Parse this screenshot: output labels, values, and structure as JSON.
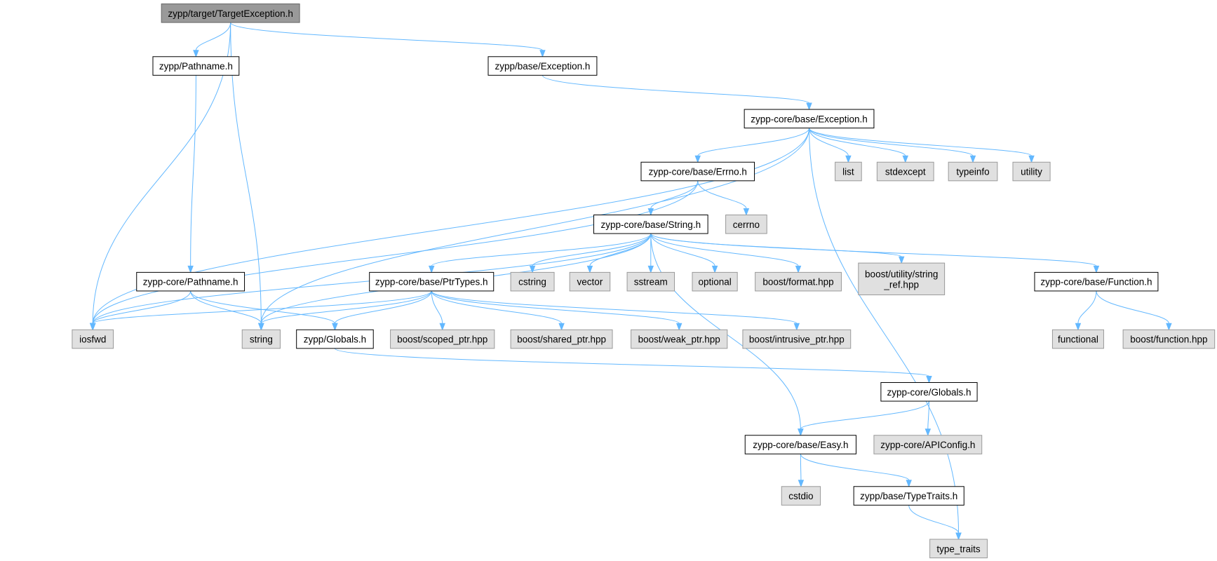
{
  "colors": {
    "edge": "#63b8ff",
    "root_fill": "#999999",
    "root_border": "#666666",
    "header_fill": "#ffffff",
    "header_border": "#000000",
    "system_fill": "#e0e0e0",
    "system_border": "#999999",
    "text": "#000000"
  },
  "nodes": [
    {
      "id": "target_exception",
      "kind": "root",
      "lines": [
        "zypp/target/TargetException.h"
      ]
    },
    {
      "id": "pathname",
      "kind": "header",
      "lines": [
        "zypp/Pathname.h"
      ]
    },
    {
      "id": "base_exception",
      "kind": "header",
      "lines": [
        "zypp/base/Exception.h"
      ]
    },
    {
      "id": "core_exception",
      "kind": "header",
      "lines": [
        "zypp-core/base/Exception.h"
      ]
    },
    {
      "id": "core_errno",
      "kind": "header",
      "lines": [
        "zypp-core/base/Errno.h"
      ]
    },
    {
      "id": "list",
      "kind": "system",
      "lines": [
        "list"
      ]
    },
    {
      "id": "stdexcept",
      "kind": "system",
      "lines": [
        "stdexcept"
      ]
    },
    {
      "id": "typeinfo",
      "kind": "system",
      "lines": [
        "typeinfo"
      ]
    },
    {
      "id": "utility",
      "kind": "system",
      "lines": [
        "utility"
      ]
    },
    {
      "id": "core_string",
      "kind": "header",
      "lines": [
        "zypp-core/base/String.h"
      ]
    },
    {
      "id": "cerrno",
      "kind": "system",
      "lines": [
        "cerrno"
      ]
    },
    {
      "id": "core_pathname",
      "kind": "header",
      "lines": [
        "zypp-core/Pathname.h"
      ]
    },
    {
      "id": "core_ptrtypes",
      "kind": "header",
      "lines": [
        "zypp-core/base/PtrTypes.h"
      ]
    },
    {
      "id": "cstring",
      "kind": "system",
      "lines": [
        "cstring"
      ]
    },
    {
      "id": "vector",
      "kind": "system",
      "lines": [
        "vector"
      ]
    },
    {
      "id": "sstream",
      "kind": "system",
      "lines": [
        "sstream"
      ]
    },
    {
      "id": "optional",
      "kind": "system",
      "lines": [
        "optional"
      ]
    },
    {
      "id": "boost_format",
      "kind": "system",
      "lines": [
        "boost/format.hpp"
      ]
    },
    {
      "id": "boost_string_ref",
      "kind": "system",
      "lines": [
        "boost/utility/string",
        "_ref.hpp"
      ]
    },
    {
      "id": "core_function",
      "kind": "header",
      "lines": [
        "zypp-core/base/Function.h"
      ]
    },
    {
      "id": "iosfwd",
      "kind": "system",
      "lines": [
        "iosfwd"
      ]
    },
    {
      "id": "string",
      "kind": "system",
      "lines": [
        "string"
      ]
    },
    {
      "id": "globals",
      "kind": "header",
      "lines": [
        "zypp/Globals.h"
      ]
    },
    {
      "id": "boost_scoped_ptr",
      "kind": "system",
      "lines": [
        "boost/scoped_ptr.hpp"
      ]
    },
    {
      "id": "boost_shared_ptr",
      "kind": "system",
      "lines": [
        "boost/shared_ptr.hpp"
      ]
    },
    {
      "id": "boost_weak_ptr",
      "kind": "system",
      "lines": [
        "boost/weak_ptr.hpp"
      ]
    },
    {
      "id": "boost_intrusive_ptr",
      "kind": "system",
      "lines": [
        "boost/intrusive_ptr.hpp"
      ]
    },
    {
      "id": "functional",
      "kind": "system",
      "lines": [
        "functional"
      ]
    },
    {
      "id": "boost_function",
      "kind": "system",
      "lines": [
        "boost/function.hpp"
      ]
    },
    {
      "id": "core_globals",
      "kind": "header",
      "lines": [
        "zypp-core/Globals.h"
      ]
    },
    {
      "id": "core_easy",
      "kind": "header",
      "lines": [
        "zypp-core/base/Easy.h"
      ]
    },
    {
      "id": "core_apiconfig",
      "kind": "system",
      "lines": [
        "zypp-core/APIConfig.h"
      ]
    },
    {
      "id": "cstdio",
      "kind": "system",
      "lines": [
        "cstdio"
      ]
    },
    {
      "id": "base_typetraits",
      "kind": "header",
      "lines": [
        "zypp/base/TypeTraits.h"
      ]
    },
    {
      "id": "type_traits",
      "kind": "system",
      "lines": [
        "type_traits"
      ]
    }
  ],
  "edges": [
    [
      "target_exception",
      "pathname"
    ],
    [
      "target_exception",
      "base_exception"
    ],
    [
      "target_exception",
      "iosfwd"
    ],
    [
      "target_exception",
      "string"
    ],
    [
      "pathname",
      "core_pathname"
    ],
    [
      "base_exception",
      "core_exception"
    ],
    [
      "core_exception",
      "iosfwd"
    ],
    [
      "core_exception",
      "string"
    ],
    [
      "core_exception",
      "core_errno"
    ],
    [
      "core_exception",
      "list"
    ],
    [
      "core_exception",
      "stdexcept"
    ],
    [
      "core_exception",
      "typeinfo"
    ],
    [
      "core_exception",
      "utility"
    ],
    [
      "core_exception",
      "type_traits"
    ],
    [
      "core_errno",
      "iosfwd"
    ],
    [
      "core_errno",
      "core_string"
    ],
    [
      "core_errno",
      "cerrno"
    ],
    [
      "core_string",
      "iosfwd"
    ],
    [
      "core_string",
      "string"
    ],
    [
      "core_string",
      "core_ptrtypes"
    ],
    [
      "core_string",
      "cstring"
    ],
    [
      "core_string",
      "vector"
    ],
    [
      "core_string",
      "sstream"
    ],
    [
      "core_string",
      "optional"
    ],
    [
      "core_string",
      "boost_format"
    ],
    [
      "core_string",
      "boost_string_ref"
    ],
    [
      "core_string",
      "core_function"
    ],
    [
      "core_string",
      "core_easy"
    ],
    [
      "core_pathname",
      "iosfwd"
    ],
    [
      "core_pathname",
      "string"
    ],
    [
      "core_pathname",
      "globals"
    ],
    [
      "core_ptrtypes",
      "iosfwd"
    ],
    [
      "core_ptrtypes",
      "string"
    ],
    [
      "core_ptrtypes",
      "globals"
    ],
    [
      "core_ptrtypes",
      "boost_scoped_ptr"
    ],
    [
      "core_ptrtypes",
      "boost_shared_ptr"
    ],
    [
      "core_ptrtypes",
      "boost_weak_ptr"
    ],
    [
      "core_ptrtypes",
      "boost_intrusive_ptr"
    ],
    [
      "core_function",
      "functional"
    ],
    [
      "core_function",
      "boost_function"
    ],
    [
      "globals",
      "core_globals"
    ],
    [
      "core_globals",
      "core_easy"
    ],
    [
      "core_globals",
      "core_apiconfig"
    ],
    [
      "core_easy",
      "cstdio"
    ],
    [
      "core_easy",
      "base_typetraits"
    ],
    [
      "base_typetraits",
      "type_traits"
    ]
  ]
}
